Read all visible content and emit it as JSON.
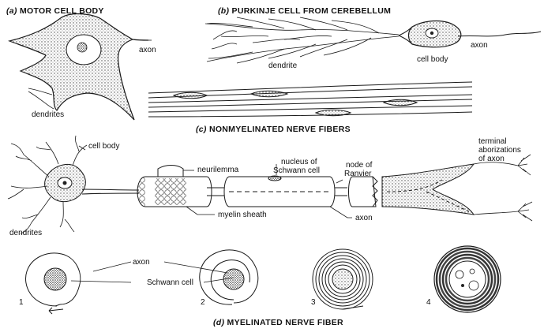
{
  "panels": {
    "a": {
      "letter": "(a)",
      "title": "MOTOR CELL BODY",
      "axon": "axon",
      "dendrites": "dendrites"
    },
    "b": {
      "letter": "(b)",
      "title": "PURKINJE CELL FROM CEREBELLUM",
      "dendrite": "dendrite",
      "cell_body": "cell body",
      "axon": "axon"
    },
    "c": {
      "letter": "(c)",
      "title": "NONMYELINATED NERVE FIBERS"
    },
    "neuron": {
      "cell_body": "cell body",
      "dendrites": "dendrites",
      "neurilemma": "neurilemma",
      "nucleus_line1": "nucleus of",
      "nucleus_line2": "Schwann cell",
      "node_line1": "node of",
      "node_line2": "Ranvier",
      "terminal_line1": "terminal",
      "terminal_line2": "aborizations",
      "terminal_line3": "of axon",
      "myelin_sheath": "myelin sheath",
      "axon": "axon"
    },
    "d": {
      "letter": "(d)",
      "title": "MYELINATED NERVE FIBER",
      "axon": "axon",
      "schwann_cell": "Schwann cell",
      "steps": [
        "1",
        "2",
        "3",
        "4"
      ]
    }
  },
  "colors": {
    "ink": "#1a1a1a",
    "paper": "#ffffff",
    "stipple": "#555555"
  }
}
